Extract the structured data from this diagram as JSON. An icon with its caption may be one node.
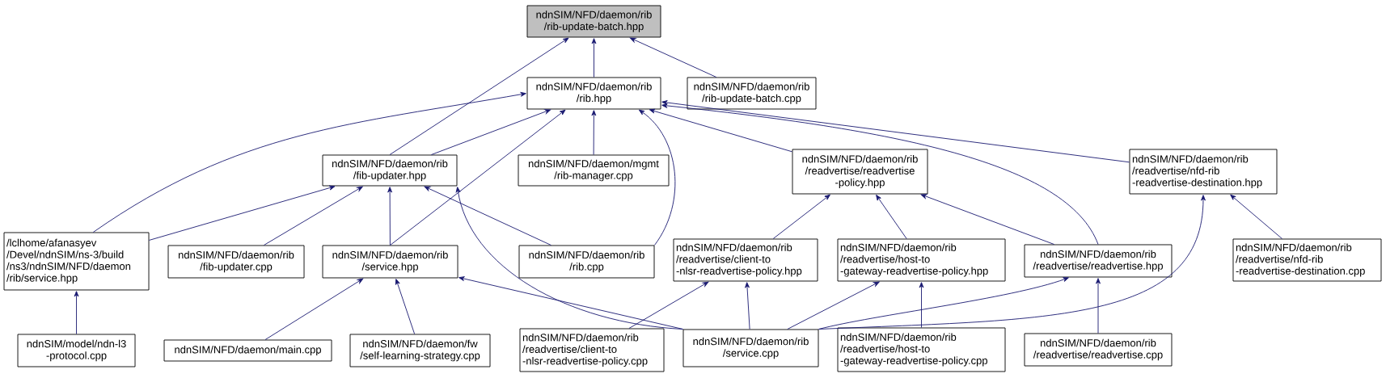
{
  "diagram": {
    "nodes": [
      {
        "text": [
          "ndnSIM/NFD/daemon/rib /rib-update-batch.hpp"
        ]
      },
      {
        "text": [
          "ndnSIM/NFD/daemon/rib /rib.hpp"
        ]
      },
      {
        "text": [
          "ndnSIM/NFD/daemon/rib /rib-update-batch.cpp"
        ]
      },
      {
        "text": [
          "ndnSIM/NFD/daemon/rib /fib-updater.hpp"
        ]
      },
      {
        "text": [
          "ndnSIM/NFD/daemon/mgmt /rib-manager.cpp"
        ]
      },
      {
        "text": [
          "ndnSIM/NFD/daemon/rib /readvertise/readvertise -policy.hpp"
        ]
      },
      {
        "text": [
          "ndnSIM/NFD/daemon/rib /readvertise/nfd-rib -readvertise-destination.hpp"
        ]
      },
      {
        "text": [
          "/lclhome/afanasyev /Devel/ndnSIM/ns-3/build /ns3/ndnSIM/NFD/daemon /rib/service.hpp"
        ]
      },
      {
        "text": [
          "ndnSIM/NFD/daemon/rib /fib-updater.cpp"
        ]
      },
      {
        "text": [
          "ndnSIM/NFD/daemon/rib /service.hpp"
        ]
      },
      {
        "text": [
          "ndnSIM/NFD/daemon/rib /rib.cpp"
        ]
      },
      {
        "text": [
          "ndnSIM/NFD/daemon/rib /readvertise/client-to -nlsr-readvertise-policy.hpp"
        ]
      },
      {
        "text": [
          "ndnSIM/NFD/daemon/rib /readvertise/host-to -gateway-readvertise-policy.hpp"
        ]
      },
      {
        "text": [
          "ndnSIM/NFD/daemon/rib /readvertise/readvertise.hpp"
        ]
      },
      {
        "text": [
          "ndnSIM/NFD/daemon/rib /readvertise/nfd-rib -readvertise-destination.cpp"
        ]
      },
      {
        "text": [
          "ndnSIM/model/ndn-l3 -protocol.cpp"
        ]
      },
      {
        "text": [
          "ndnSIM/NFD/daemon/main.cpp"
        ]
      },
      {
        "text": [
          "ndnSIM/NFD/daemon/fw /self-learning-strategy.cpp"
        ]
      },
      {
        "text": [
          "ndnSIM/NFD/daemon/rib /readvertise/client-to -nlsr-readvertise-policy.cpp"
        ]
      },
      {
        "text": [
          "ndnSIM/NFD/daemon/rib /service.cpp"
        ]
      },
      {
        "text": [
          "ndnSIM/NFD/daemon/rib /readvertise/host-to -gateway-readvertise-policy.cpp"
        ]
      },
      {
        "text": [
          "ndnSIM/NFD/daemon/rib /readvertise/readvertise.cpp"
        ]
      }
    ],
    "edges": [
      {
        "from": 1,
        "to": 0,
        "arrow": "to"
      },
      {
        "from": 3,
        "to": 0,
        "arrow": "to"
      },
      {
        "from": 2,
        "to": 0,
        "arrow": "to"
      },
      {
        "from": 3,
        "to": 1,
        "arrow": "to"
      },
      {
        "from": 7,
        "to": 1,
        "arrow": "to"
      },
      {
        "from": 9,
        "to": 1,
        "arrow": "to"
      },
      {
        "from": 4,
        "to": 1,
        "arrow": "to"
      },
      {
        "from": 10,
        "to": 1,
        "arrow": "to"
      },
      {
        "from": 5,
        "to": 1,
        "arrow": "to"
      },
      {
        "from": 13,
        "to": 1,
        "arrow": "to"
      },
      {
        "from": 6,
        "to": 1,
        "arrow": "to"
      },
      {
        "from": 7,
        "to": 3,
        "arrow": "to"
      },
      {
        "from": 8,
        "to": 3,
        "arrow": "to"
      },
      {
        "from": 9,
        "to": 3,
        "arrow": "to"
      },
      {
        "from": 10,
        "to": 3,
        "arrow": "to"
      },
      {
        "from": 19,
        "to": 3,
        "arrow": "to"
      },
      {
        "from": 11,
        "to": 5,
        "arrow": "to"
      },
      {
        "from": 12,
        "to": 5,
        "arrow": "to"
      },
      {
        "from": 13,
        "to": 5,
        "arrow": "to"
      },
      {
        "from": 14,
        "to": 6,
        "arrow": "to"
      },
      {
        "from": 19,
        "to": 6,
        "arrow": "to"
      },
      {
        "from": 15,
        "to": 7,
        "arrow": "to"
      },
      {
        "from": 16,
        "to": 9,
        "arrow": "to"
      },
      {
        "from": 17,
        "to": 9,
        "arrow": "to"
      },
      {
        "from": 19,
        "to": 9,
        "arrow": "to"
      },
      {
        "from": 18,
        "to": 11,
        "arrow": "to"
      },
      {
        "from": 19,
        "to": 11,
        "arrow": "to"
      },
      {
        "from": 19,
        "to": 12,
        "arrow": "to"
      },
      {
        "from": 20,
        "to": 12,
        "arrow": "to"
      },
      {
        "from": 19,
        "to": 13,
        "arrow": "to"
      },
      {
        "from": 21,
        "to": 13,
        "arrow": "to"
      }
    ]
  }
}
